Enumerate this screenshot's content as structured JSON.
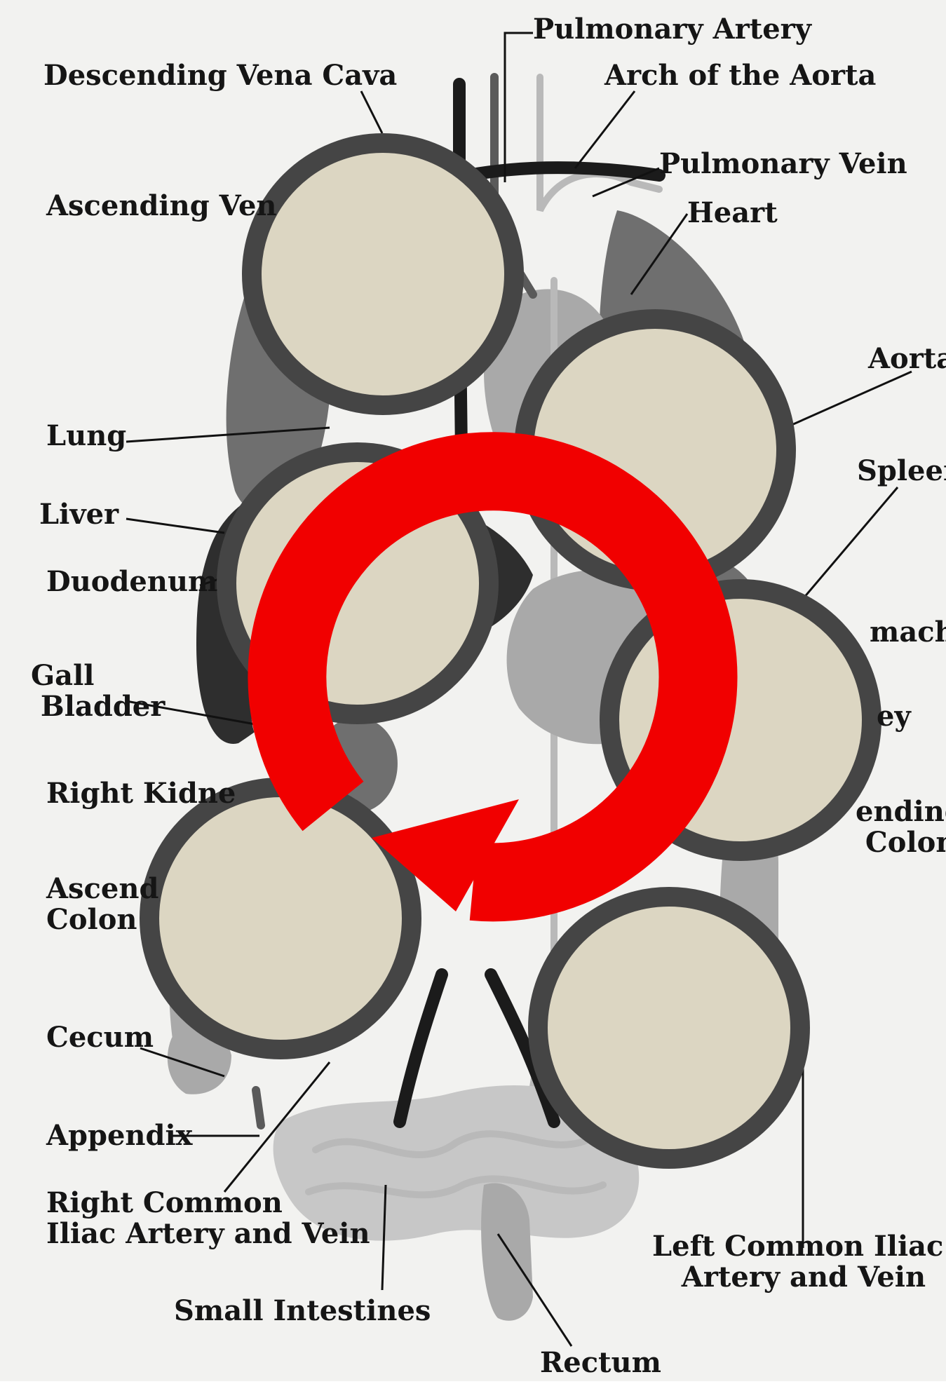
{
  "labels": {
    "pulmonary_artery": "Pulmonary Artery",
    "descending_vena_cava": "Descending Vena Cava",
    "arch_of_the_aorta": "Arch of the Aorta",
    "pulmonary_vein": "Pulmonary Vein",
    "ascending_vena_cava_partial": "Ascending Ven",
    "heart": "Heart",
    "aorta": "Aorta",
    "lung": "Lung",
    "spleen": "Spleen",
    "liver": "Liver",
    "duodenum": "Duodenum",
    "stomach_partial": "mach",
    "gall_bladder": "Gall\n Bladder",
    "kidney_partial": "ey",
    "right_kidney": "Right Kidne",
    "descending_colon_partial": "ending\n Colon",
    "ascending_colon_partial": "Ascend\nColon",
    "cecum": "Cecum",
    "appendix": "Appendix",
    "right_common_iliac": "Right Common\nIliac Artery and Vein",
    "left_common_iliac": "Left Common Iliac\n   Artery and Vein",
    "small_intestines": "Small Intestines",
    "rectum": "Rectum"
  },
  "colors": {
    "circle_fill": "#dcd6c2",
    "circle_stroke": "#454545",
    "arrow": "#f10000",
    "background": "#f2f2f0"
  }
}
